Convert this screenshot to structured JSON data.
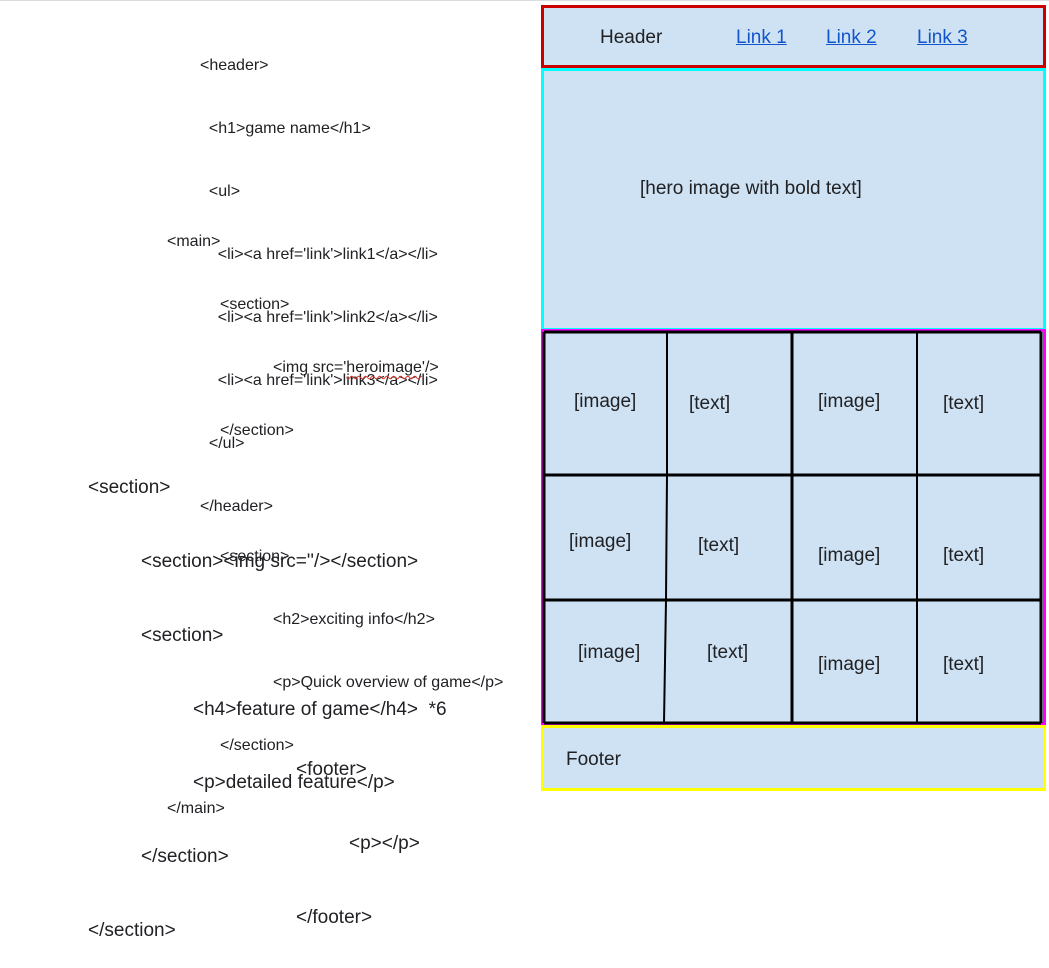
{
  "code_snippet_top": {
    "lines": [
      "<header>",
      "  <h1>game name</h1>",
      "  <ul>",
      "    <li><a href='link'>link1</a></li>",
      "    <li><a href='link'>link2</a></li>",
      "    <li><a href='link'>link3</a></li>",
      "  </ul>",
      "</header>"
    ]
  },
  "code_snippet_main": {
    "main_open": "<main>",
    "section1_open": "<section>",
    "img_prefix": "<img src='",
    "img_src": "heroimage",
    "img_suffix": "'/>",
    "section1_close": "</section>",
    "section2_open": "<section>",
    "h2": "<h2>exciting info</h2>",
    "p": "<p>Quick overview of game</p>",
    "section2_close": "</section>",
    "main_close": "</main>"
  },
  "code_snippet_features": {
    "outer_open": "<section>",
    "img_line": "<section><img src=''/></section>",
    "inner_open": "<section>",
    "h4": "<h4>feature of game</h4>  *6",
    "p": "<p>detailed feature</p>",
    "inner_close": "</section>",
    "outer_close": "</section>"
  },
  "code_snippet_footer": {
    "open": "<footer>",
    "p": "<p></p>",
    "close": "</footer>"
  },
  "mockup": {
    "header": {
      "title": "Header",
      "links": [
        "Link 1",
        "Link 2",
        "Link 3"
      ]
    },
    "hero": {
      "text": "[hero image with bold text]"
    },
    "features": {
      "image_label": "[image]",
      "text_label": "[text]"
    },
    "footer": {
      "text": "Footer"
    }
  },
  "colors": {
    "box_fill": "#cfe2f3",
    "header_border": "#cc0000",
    "hero_border": "#00ffff",
    "features_border": "#ff00ff",
    "footer_border": "#ffff00",
    "link": "#1155cc"
  }
}
